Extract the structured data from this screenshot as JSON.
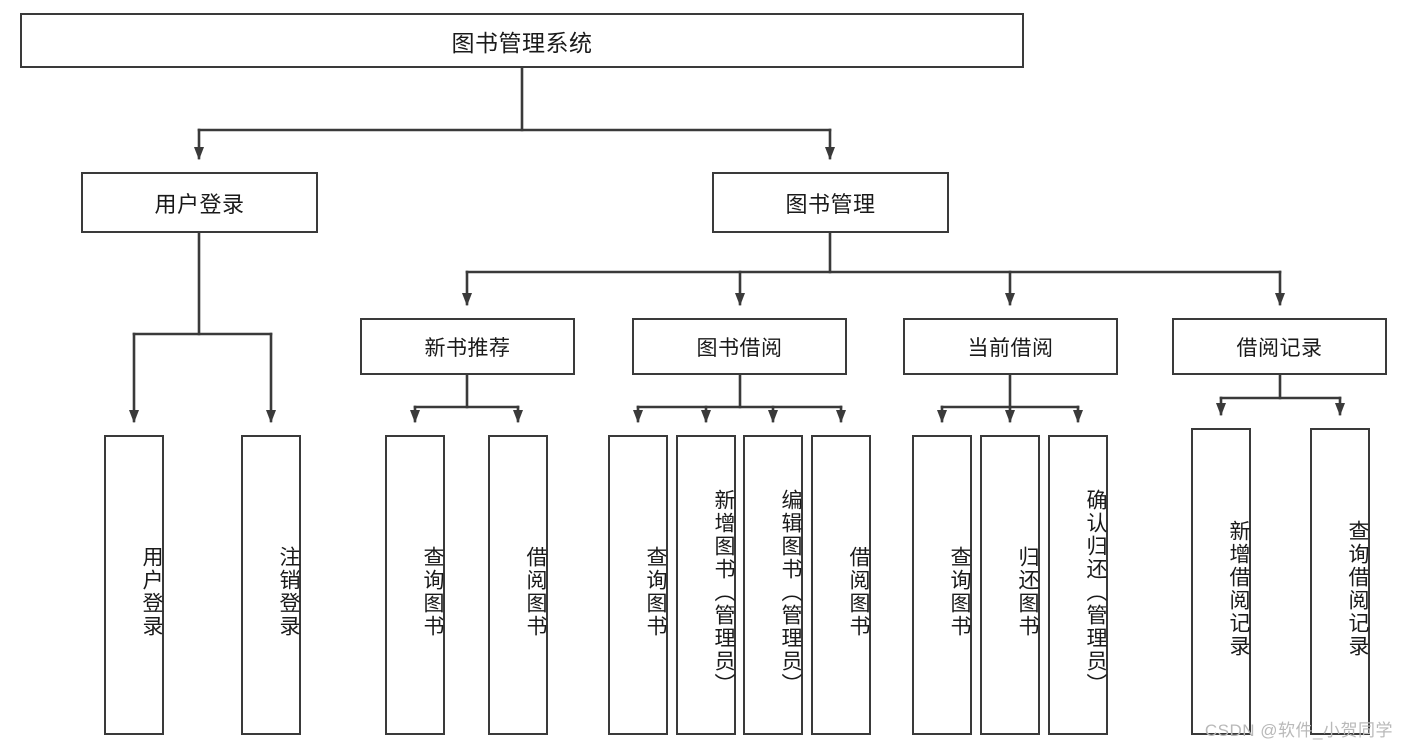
{
  "diagram": {
    "title": "图书管理系统",
    "watermark": "CSDN @软件_小贺同学",
    "stroke_color": "#3a3a3a",
    "text_color": "#1a1a1a",
    "background": "#ffffff",
    "root": {
      "label": "图书管理系统"
    },
    "level1": [
      {
        "label": "用户登录"
      },
      {
        "label": "图书管理"
      }
    ],
    "level2": [
      {
        "label": "新书推荐"
      },
      {
        "label": "图书借阅"
      },
      {
        "label": "当前借阅"
      },
      {
        "label": "借阅记录"
      }
    ],
    "leaves": {
      "user_login": [
        {
          "label": "用户登录"
        },
        {
          "label": "注销登录"
        }
      ],
      "new_book": [
        {
          "label": "查询图书"
        },
        {
          "label": "借阅图书"
        }
      ],
      "book_borrow": [
        {
          "label": "查询图书"
        },
        {
          "label": "新增图书（管理员）"
        },
        {
          "label": "编辑图书（管理员）"
        },
        {
          "label": "借阅图书"
        }
      ],
      "current_borrow": [
        {
          "label": "查询图书"
        },
        {
          "label": "归还图书"
        },
        {
          "label": "确认归还（管理员）"
        }
      ],
      "borrow_record": [
        {
          "label": "新增借阅记录"
        },
        {
          "label": "查询借阅记录"
        }
      ]
    }
  }
}
